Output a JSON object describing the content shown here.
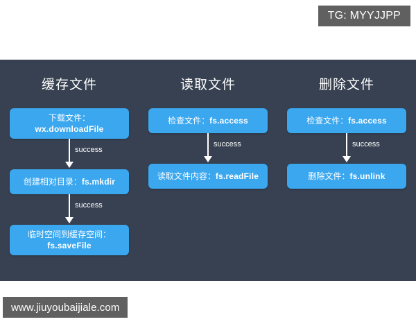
{
  "watermarks": {
    "top_right": "TG: MYYJJPP",
    "bottom_left": "www.jiuyoubaijiale.com"
  },
  "colors": {
    "panel_background": "#374151",
    "node_background": "#3aa7ef",
    "node_text": "#ffffff",
    "connector": "#ffffff",
    "page_background": "#ffffff",
    "watermark_background": "#606060"
  },
  "diagram": {
    "columns": [
      {
        "title": "缓存文件",
        "nodes": [
          {
            "label": "下载文件：",
            "api": "wx.downloadFile",
            "multiline": false
          },
          {
            "label": "创建相对目录：",
            "api": "fs.mkdir",
            "multiline": false
          },
          {
            "label": "临时空间到缓存空间：",
            "api": "fs.saveFile",
            "multiline": true
          }
        ],
        "connectors": [
          {
            "label": "success"
          },
          {
            "label": "success"
          }
        ]
      },
      {
        "title": "读取文件",
        "nodes": [
          {
            "label": "检查文件：",
            "api": "fs.access",
            "multiline": false
          },
          {
            "label": "读取文件内容：",
            "api": "fs.readFile",
            "multiline": false
          }
        ],
        "connectors": [
          {
            "label": "success"
          }
        ]
      },
      {
        "title": "删除文件",
        "nodes": [
          {
            "label": "检查文件：",
            "api": "fs.access",
            "multiline": false
          },
          {
            "label": "删除文件：",
            "api": "fs.unlink",
            "multiline": false
          }
        ],
        "connectors": [
          {
            "label": "success"
          }
        ]
      }
    ]
  }
}
